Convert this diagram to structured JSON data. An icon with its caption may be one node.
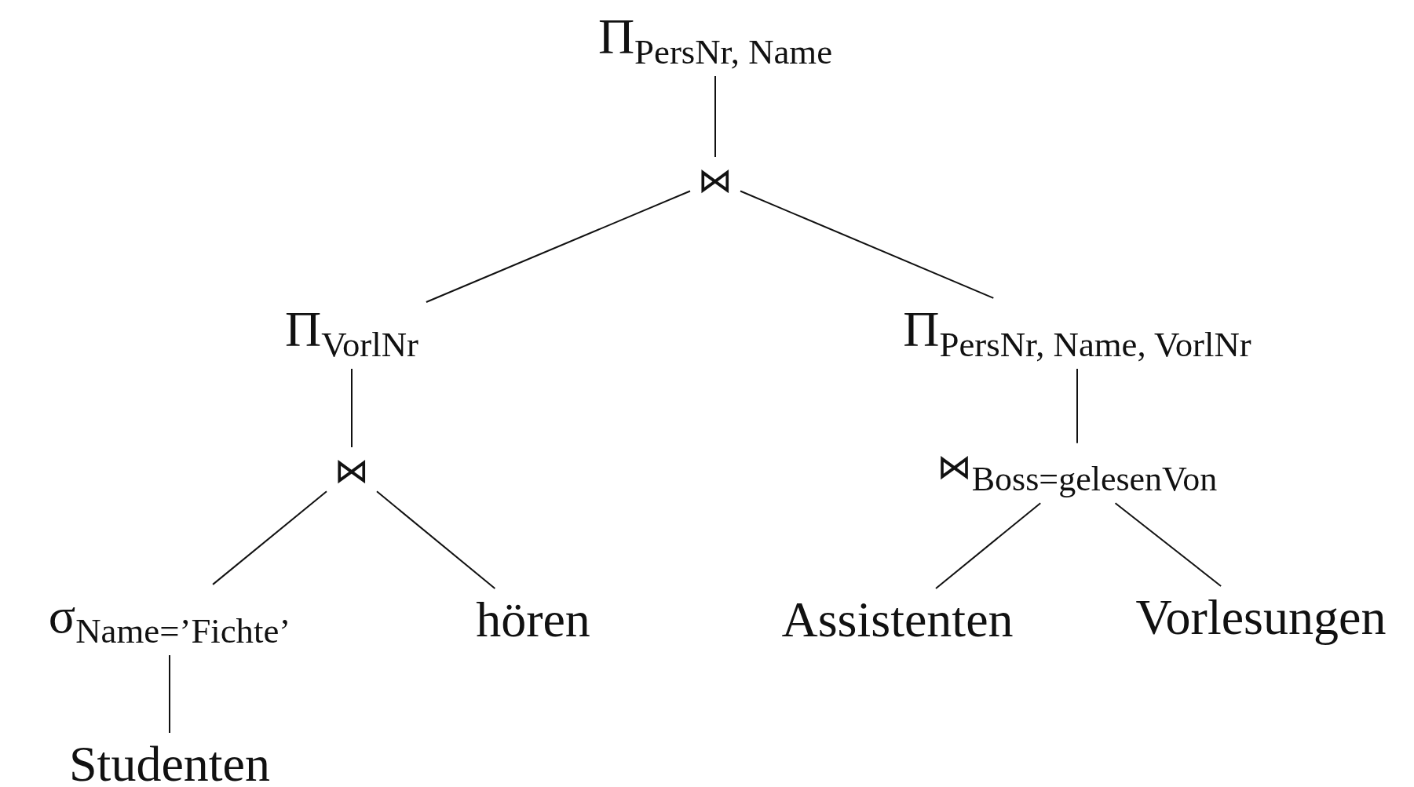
{
  "diagram": {
    "nodes": [
      {
        "text": [
          "Π$_{PersNr, Name}$"
        ]
      },
      {
        "text": [
          "⋈"
        ]
      },
      {
        "text": [
          "Π$_{VorlNr}$"
        ]
      },
      {
        "text": [
          "Π$_{PersNr, Name, VorlNr}$"
        ]
      },
      {
        "text": [
          "⋈"
        ]
      },
      {
        "text": [
          "⋈$_{Boss=gelesenVon}$"
        ]
      },
      {
        "text": [
          "σ$_{Name=’Fichte’}$"
        ]
      },
      {
        "text": [
          "hören"
        ]
      },
      {
        "text": [
          "Assistenten"
        ]
      },
      {
        "text": [
          "Vorlesungen"
        ]
      },
      {
        "text": [
          "Studenten"
        ]
      }
    ],
    "edges": [
      {
        "from": 0,
        "to": 1,
        "arrow": "none"
      },
      {
        "from": 1,
        "to": 2,
        "arrow": "none"
      },
      {
        "from": 1,
        "to": 3,
        "arrow": "none"
      },
      {
        "from": 2,
        "to": 4,
        "arrow": "none"
      },
      {
        "from": 4,
        "to": 6,
        "arrow": "none"
      },
      {
        "from": 4,
        "to": 7,
        "arrow": "none"
      },
      {
        "from": 3,
        "to": 5,
        "arrow": "none"
      },
      {
        "from": 5,
        "to": 8,
        "arrow": "none"
      },
      {
        "from": 5,
        "to": 9,
        "arrow": "none"
      },
      {
        "from": 6,
        "to": 10,
        "arrow": "none"
      }
    ]
  }
}
